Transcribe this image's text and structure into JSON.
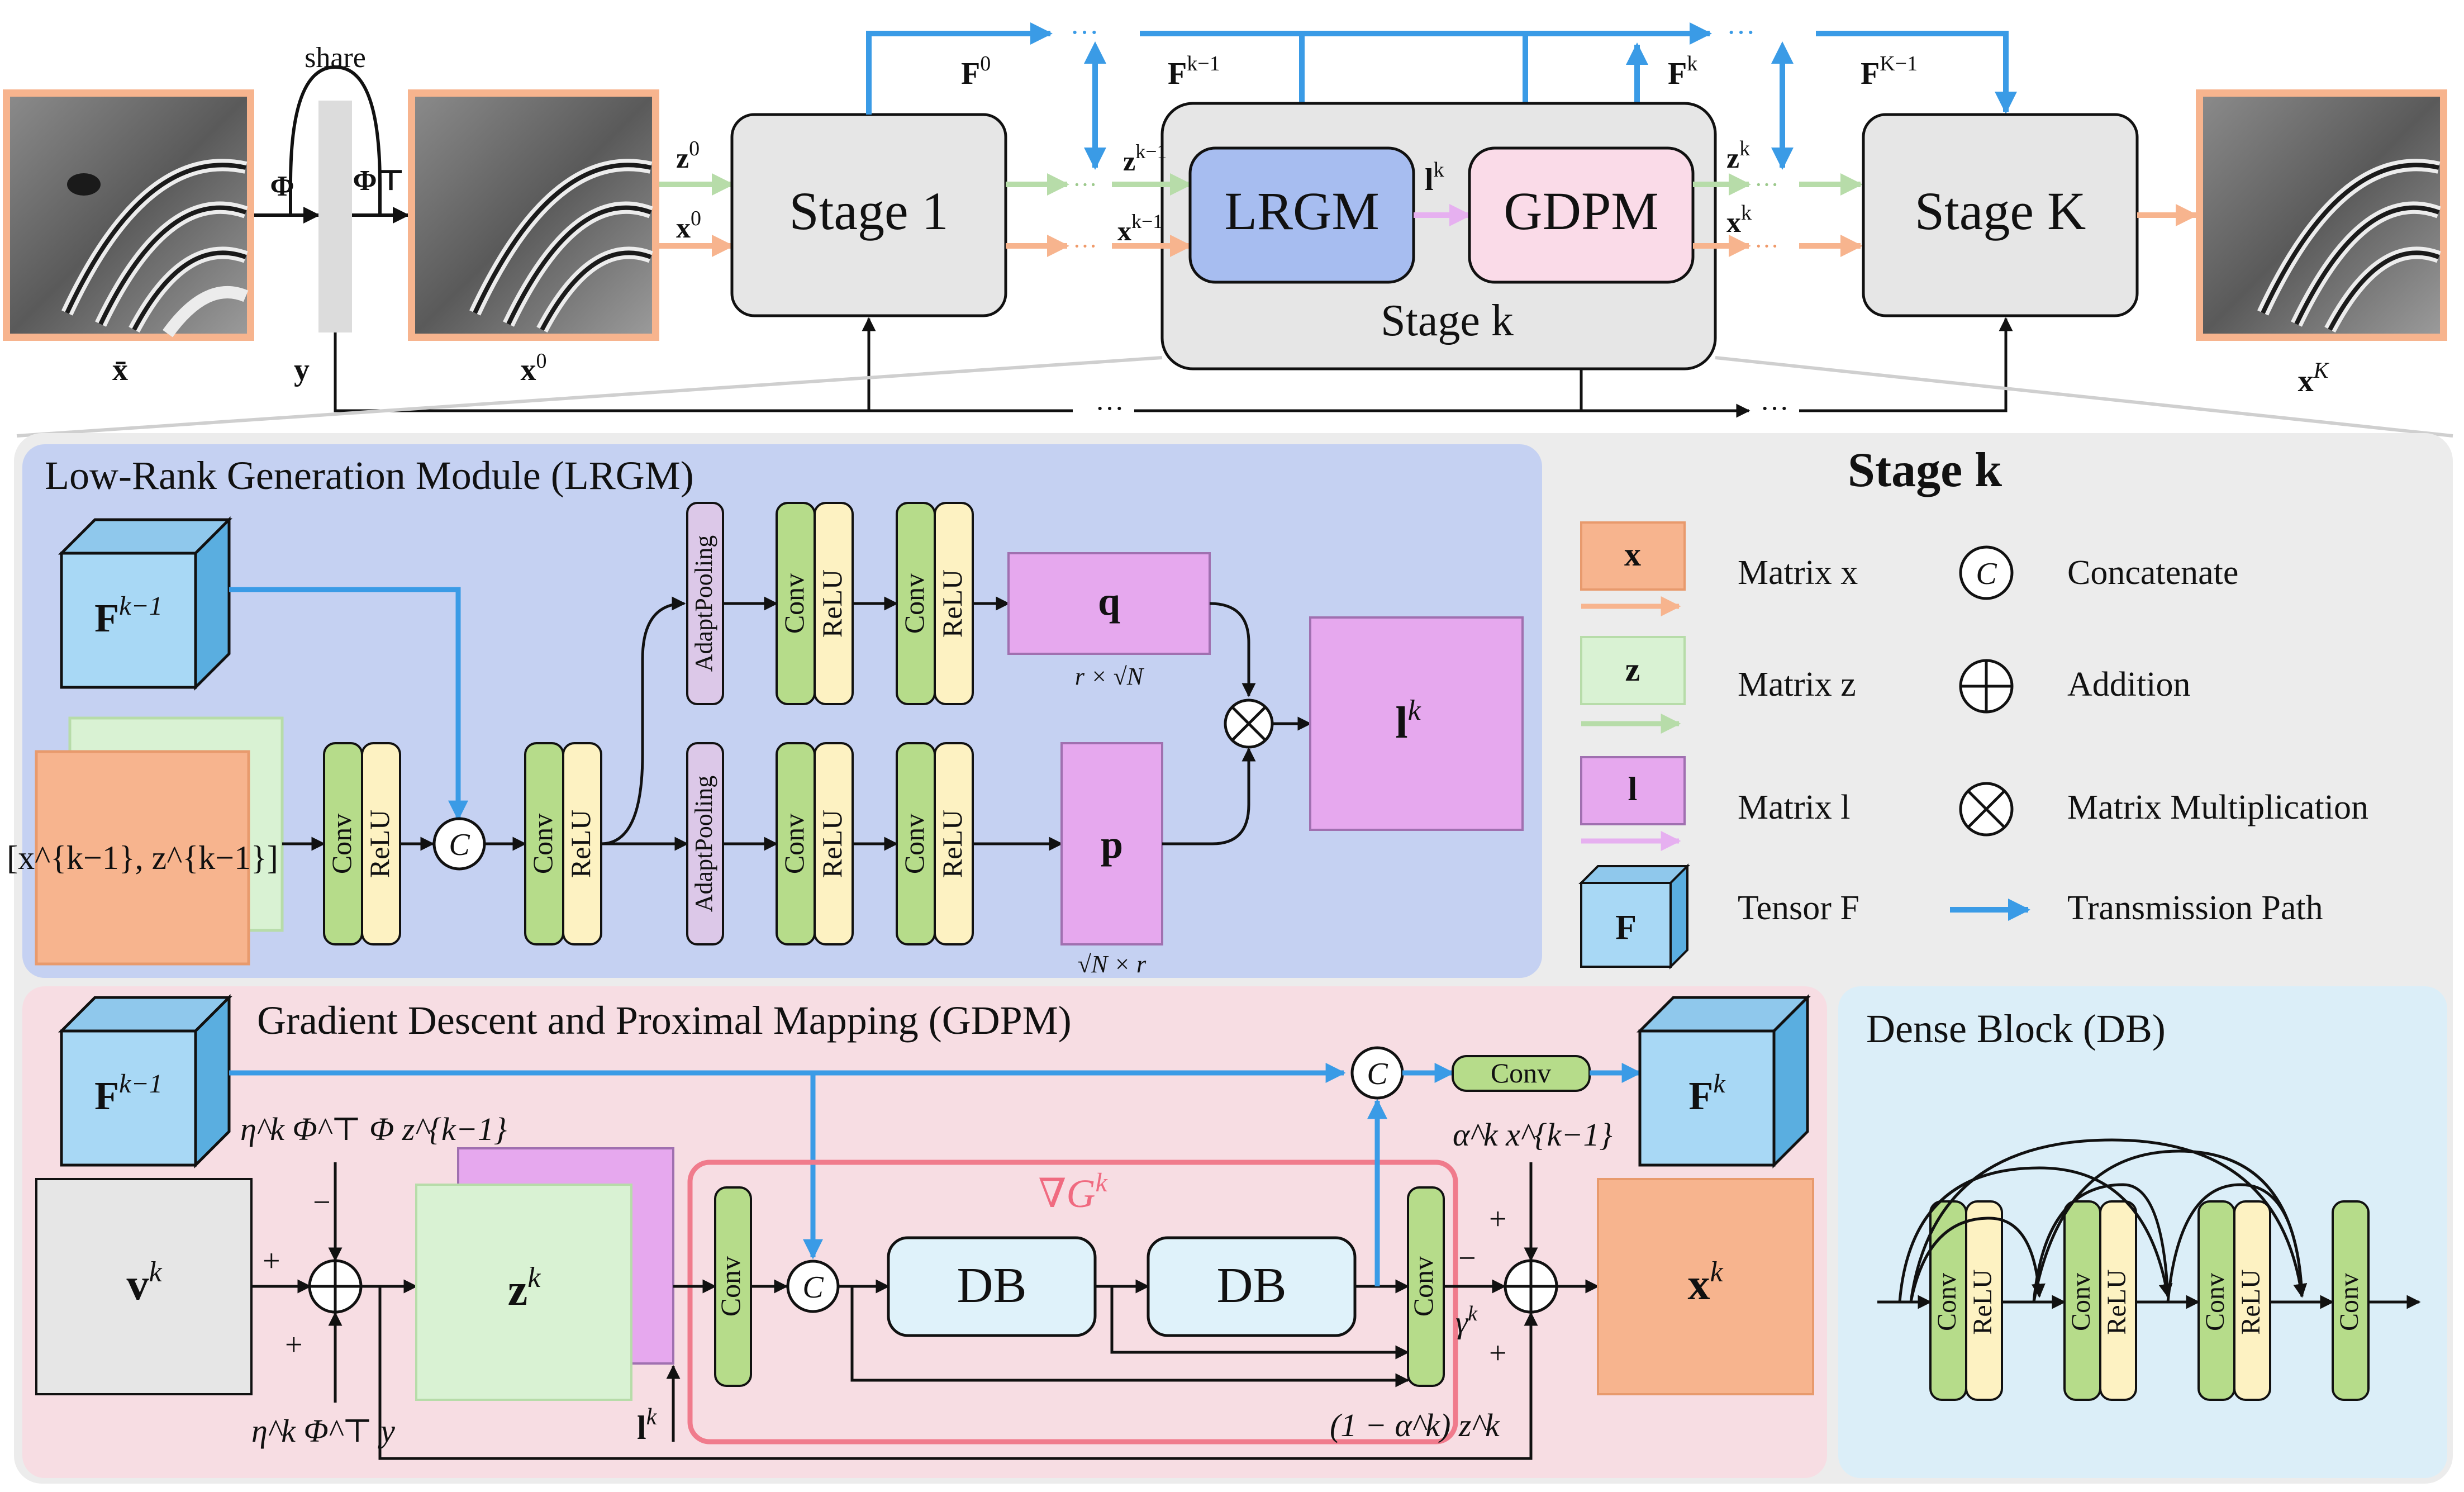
{
  "top": {
    "share_label": "share",
    "phi_label": "Φ",
    "phit_label": "Φ⊤",
    "xbar_label": "x̄",
    "y_label": "y",
    "x0_label": "x",
    "x0_sup": "0",
    "z0_label": "z",
    "z0_sup": "0",
    "stage1_label": "Stage 1",
    "F0_label": "F",
    "F0_sup": "0",
    "Fkm1_label": "F",
    "Fkm1_sup": "k−1",
    "Fk_label": "F",
    "Fk_sup": "k",
    "FKm1_label": "F",
    "FKm1_sup": "K−1",
    "zkm1_label": "z",
    "zkm1_sup": "k−1",
    "xkm1_label": "x",
    "xkm1_sup": "k−1",
    "lrgm_label": "LRGM",
    "gdpm_label": "GDPM",
    "lk_label": "l",
    "lk_sup": "k",
    "stagek_label": "Stage k",
    "zk_label": "z",
    "zk_sup": "k",
    "xk_label": "x",
    "xk_sup": "k",
    "stageK_label": "Stage K",
    "xK_label": "x",
    "xK_sup": "K",
    "ellipsis": "···"
  },
  "lrgm": {
    "title": "Low-Rank Generation Module (LRGM)",
    "F_label": "F",
    "F_sup": "k−1",
    "input_label": "[x^{k−1}, z^{k−1}]",
    "conv": "Conv",
    "relu": "ReLU",
    "adapt": "AdaptPooling",
    "concat": "C",
    "q_label": "q",
    "q_dim": "r × √N",
    "p_label": "p",
    "p_dim": "√N × r",
    "l_label": "l",
    "l_sup": "k"
  },
  "legend": {
    "title": "Stage k",
    "x_box": "x",
    "z_box": "z",
    "l_box": "l",
    "F_box": "F",
    "matrix_x": "Matrix x",
    "matrix_z": "Matrix z",
    "matrix_l": "Matrix l",
    "tensor_F": "Tensor F",
    "concat": "Concatenate",
    "concat_sym": "C",
    "addition": "Addition",
    "matmul": "Matrix Multiplication",
    "transmission": "Transmission Path"
  },
  "gdpm": {
    "title": "Gradient Descent and Proximal Mapping (GDPM)",
    "F_in_label": "F",
    "F_in_sup": "k−1",
    "F_out_label": "F",
    "F_out_sup": "k",
    "term1": "η^k Φ^⊤ Φ z^{k−1}",
    "term2": "η^k Φ^⊤ y",
    "minus": "−",
    "plus": "+",
    "v_label": "v",
    "v_sup": "k",
    "z_label": "z",
    "z_sup": "k",
    "l_label": "l",
    "l_sup": "k",
    "grad_label": "∇G",
    "grad_sup": "k",
    "conv": "Conv",
    "db": "DB",
    "concat": "C",
    "alpha_term": "α^k x^{k−1}",
    "gamma_label": "γ",
    "gamma_sup": "k",
    "alpha_z_term": "(1 − α^k) z^k",
    "x_label": "x",
    "x_sup": "k"
  },
  "db": {
    "title": "Dense Block (DB)",
    "conv": "Conv",
    "relu": "ReLU"
  },
  "colors": {
    "blue_path": "#3a9be6",
    "orange": "#f7b48e",
    "green": "#b7dca9",
    "pink": "#e6b0f0",
    "lrgm_bg": "#c5d1f2",
    "gdpm_bg": "#f7dde3",
    "db_bg": "#dbeef8",
    "stage_bg": "#ececec"
  }
}
